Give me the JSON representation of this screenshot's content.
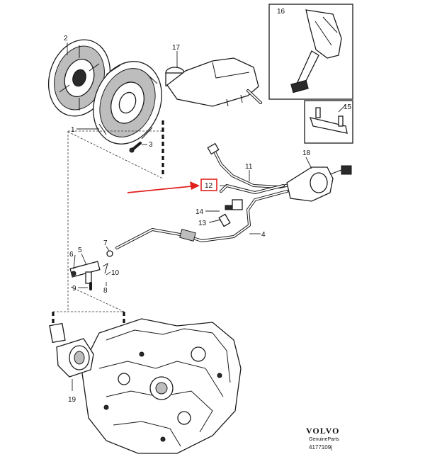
{
  "labels": {
    "p1": "1",
    "p2": "2",
    "p3": "3",
    "p4": "4",
    "p5": "5",
    "p6": "6",
    "p7": "7",
    "p8": "8",
    "p9": "9",
    "p10": "10",
    "p11": "11",
    "p12": "12",
    "p13": "13",
    "p14": "14",
    "p15": "15",
    "p16": "16",
    "p17": "17",
    "p18": "18",
    "p19": "19"
  },
  "brand": {
    "logo": "VOLVO",
    "sub": "GenuineParts",
    "code": "4177109j"
  },
  "highlight": {
    "label": "12",
    "color": "#e0201c"
  }
}
